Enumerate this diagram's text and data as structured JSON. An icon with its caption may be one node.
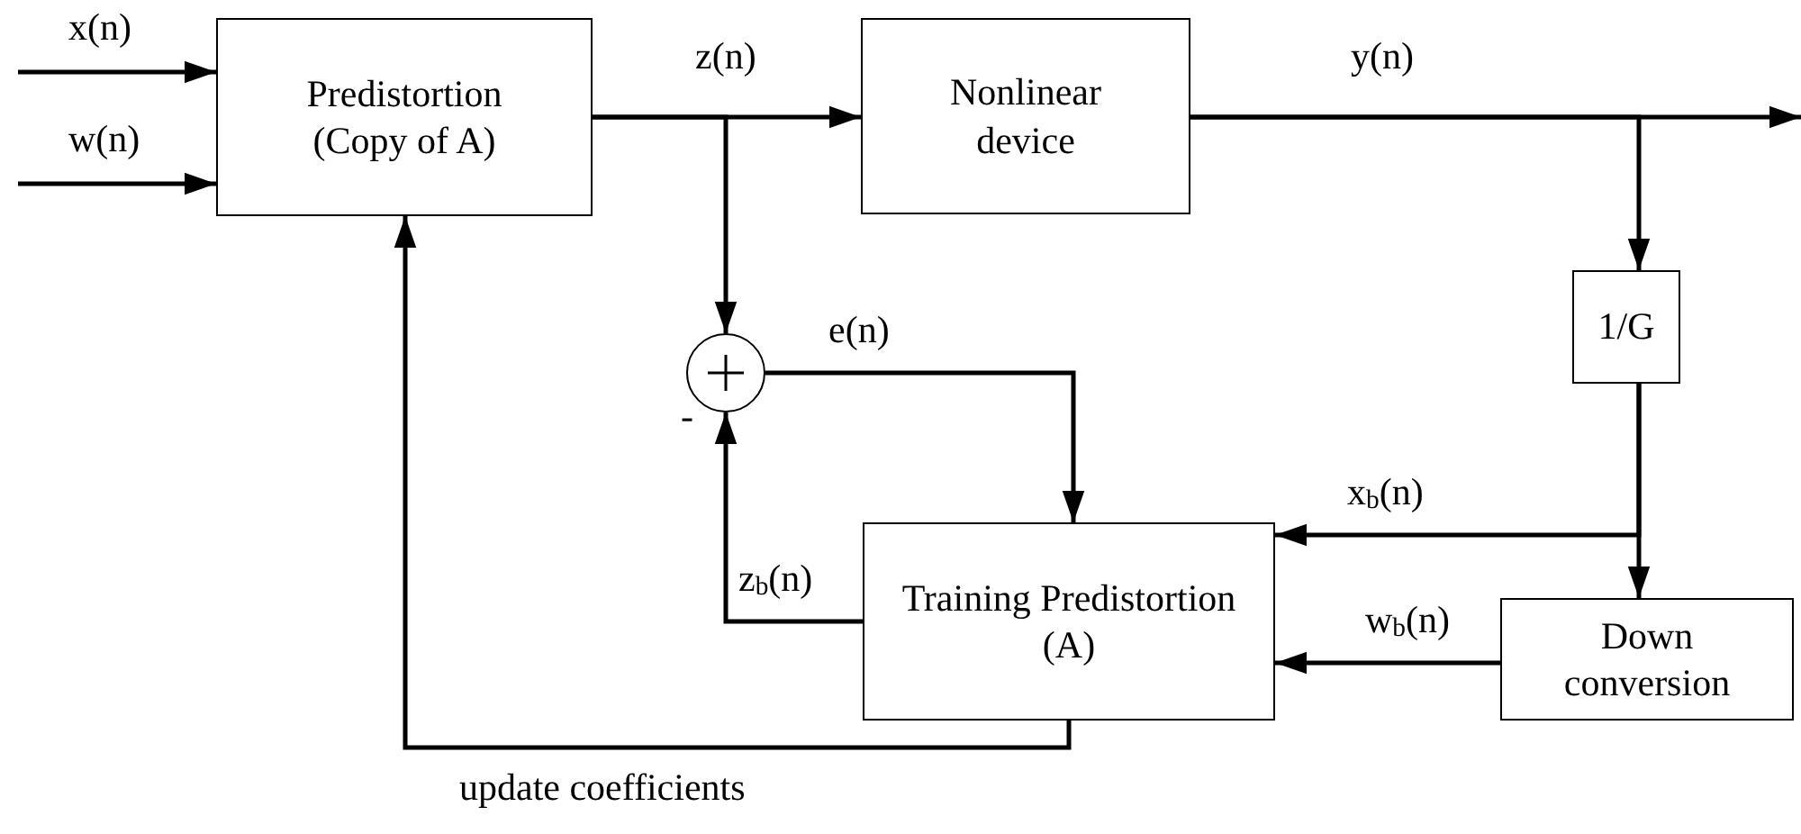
{
  "diagram": {
    "nodes": [
      {
        "text": [
          "Predistortion (Copy of A)"
        ]
      },
      {
        "text": [
          "Nonlinear device"
        ]
      },
      {
        "text": [
          "1/G"
        ]
      },
      {
        "text": [],
        "shape": "circle"
      },
      {
        "text": [
          "Training Predistortion (A)"
        ]
      },
      {
        "text": [
          "Down conversion"
        ]
      }
    ],
    "edges": [
      {
        "from": null,
        "to": 0,
        "arrow": "to",
        "label": "x(n)"
      },
      {
        "from": null,
        "to": 0,
        "arrow": "to",
        "label": "w(n)"
      },
      {
        "from": 0,
        "to": 1,
        "arrow": "to",
        "label": "z(n)"
      },
      {
        "from": 0,
        "to": 3,
        "arrow": "to"
      },
      {
        "from": 1,
        "to": null,
        "arrow": "to",
        "label": "y(n)"
      },
      {
        "from": 1,
        "to": 2,
        "arrow": "to"
      },
      {
        "from": 3,
        "to": 4,
        "arrow": "to",
        "label": "e(n)"
      },
      {
        "from": 2,
        "to": 4,
        "arrow": "to",
        "label": "x$_{b}$(n)"
      },
      {
        "from": 2,
        "to": 5,
        "arrow": "to"
      },
      {
        "from": 4,
        "to": 3,
        "arrow": "to",
        "label": "z$_{b}$(n)"
      },
      {
        "from": 5,
        "to": 4,
        "arrow": "to",
        "label": "w$_{b}$(n)"
      },
      {
        "from": 4,
        "to": 0,
        "arrow": "to",
        "label": "update coefficients"
      }
    ],
    "labels": [
      "-"
    ]
  }
}
